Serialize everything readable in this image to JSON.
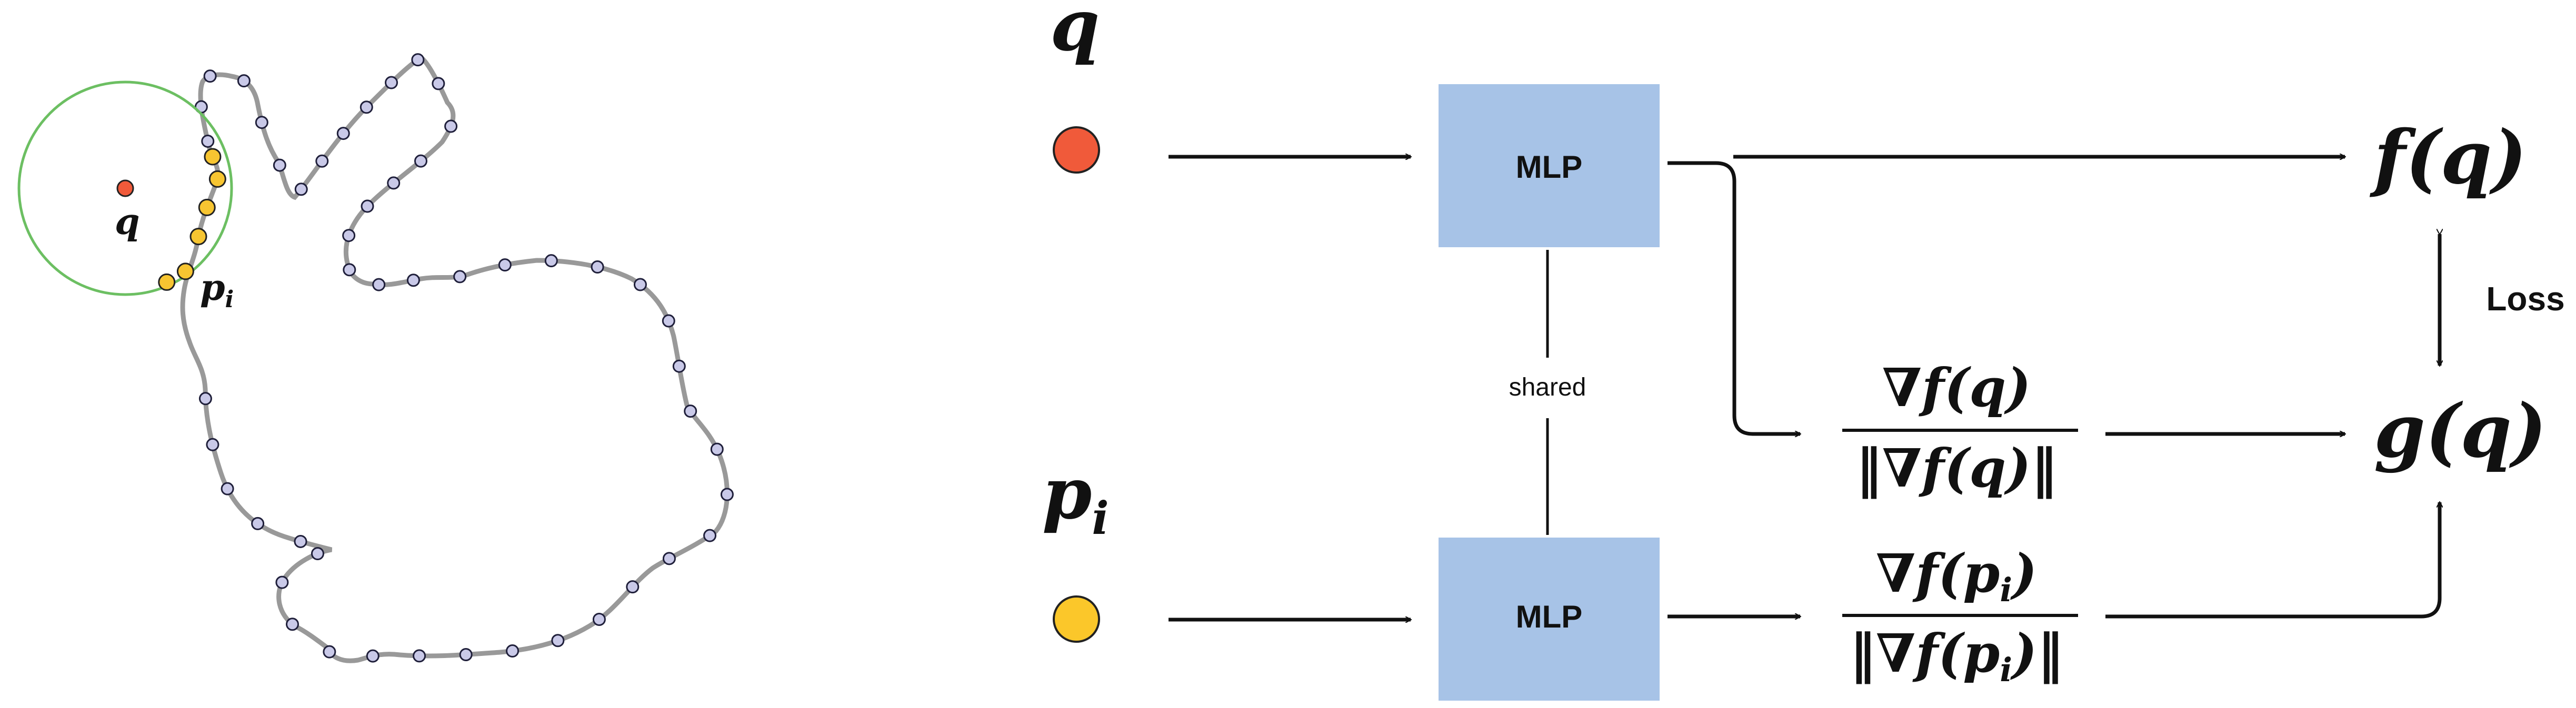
{
  "bunny": {
    "query_label": "q",
    "surface_point_label": "p",
    "surface_point_subscript": "i",
    "colors": {
      "outline": "#999999",
      "sample_fill": "#c9c9e8",
      "sample_stroke": "#1f1f3a",
      "query": "#f05a3a",
      "neighbor": "#f7c531",
      "radius_circle": "#6cbf62"
    }
  },
  "diagram": {
    "query_label": "q",
    "point_label": "p",
    "point_subscript": "i",
    "mlp_top_label": "MLP",
    "mlp_bottom_label": "MLP",
    "shared_label": "shared",
    "loss_label": "Loss",
    "output_f": "f(q)",
    "output_g": "g(q)",
    "grad_q_numerator": "∇f(q)",
    "grad_q_denominator": "‖∇f(q)‖",
    "grad_p_numerator_main": "∇f(p",
    "grad_p_numerator_sub": "i",
    "grad_p_numerator_close": ")",
    "grad_p_denominator_main": "‖∇f(p",
    "grad_p_denominator_sub": "i",
    "grad_p_denominator_close": ")‖",
    "colors": {
      "mlp_box": "#a7c3e7",
      "query_dot": "#f05a3a",
      "point_dot": "#fbc72a",
      "arrow": "#111111"
    }
  }
}
